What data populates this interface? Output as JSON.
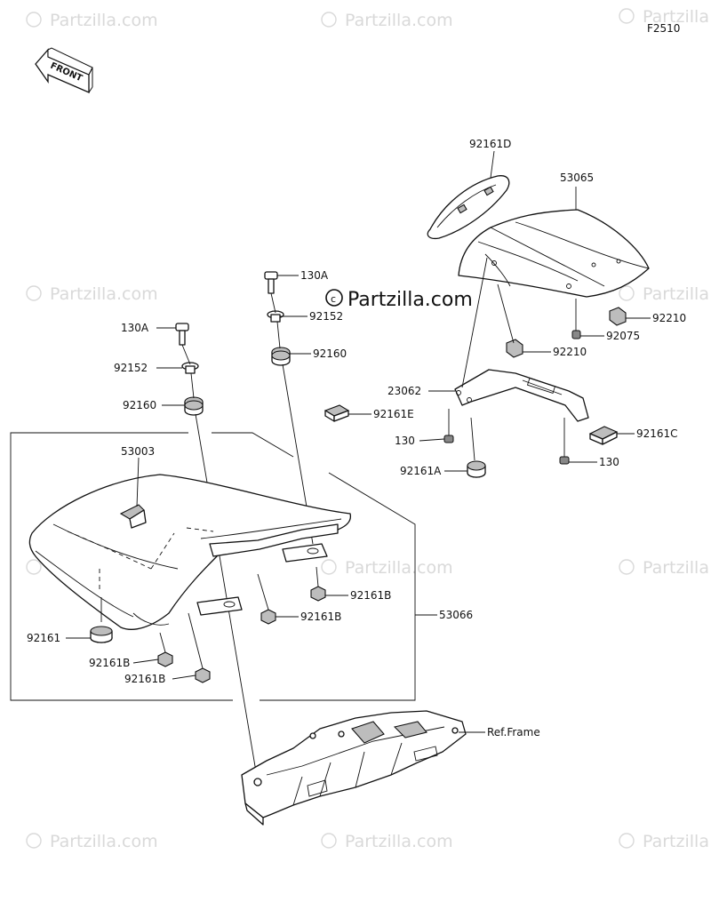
{
  "figure_code": "F2510",
  "front_label": "FRONT",
  "brand_watermark": "Partzilla.com",
  "callouts": {
    "c92161D": "92161D",
    "c53065": "53065",
    "c92210_a": "92210",
    "c92075": "92075",
    "c92210_b": "92210",
    "c23062": "23062",
    "c130_a": "130",
    "c92161A": "92161A",
    "c92161C": "92161C",
    "c130_b": "130",
    "c130A_a": "130A",
    "c92152_a": "92152",
    "c92160_a": "92160",
    "c130A_b": "130A",
    "c92152_b": "92152",
    "c92160_b": "92160",
    "c92161E": "92161E",
    "c53003": "53003",
    "c92161B_a": "92161B",
    "c92161B_b": "92161B",
    "c53066": "53066",
    "c92161": "92161",
    "c92161B_c": "92161B",
    "c92161B_d": "92161B",
    "ref_frame": "Ref.Frame"
  }
}
